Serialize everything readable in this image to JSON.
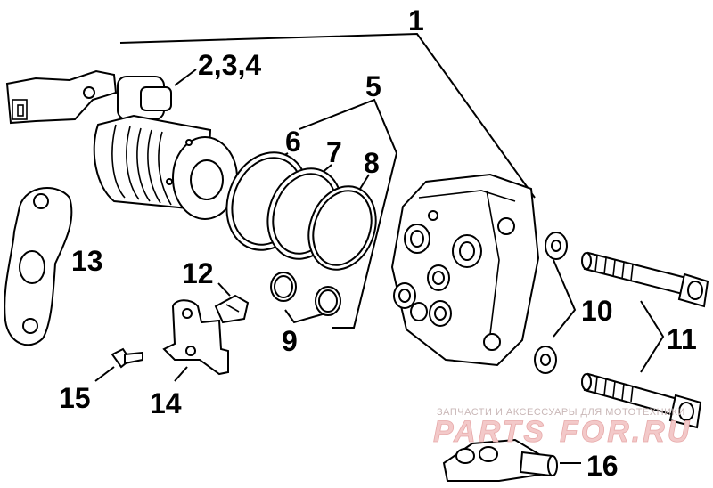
{
  "diagram": {
    "callouts": {
      "c1": "1",
      "c234": "2,3,4",
      "c5": "5",
      "c6": "6",
      "c7": "7",
      "c8": "8",
      "c9": "9",
      "c10": "10",
      "c11": "11",
      "c12": "12",
      "c13": "13",
      "c14": "14",
      "c15": "15",
      "c16": "16"
    },
    "watermark": {
      "caption": "ЗАПЧАСТИ И АКСЕССУАРЫ ДЛЯ МОТОТЕХНИКИ",
      "brand_left": "PARTS",
      "brand_right": "FOR.RU"
    }
  }
}
